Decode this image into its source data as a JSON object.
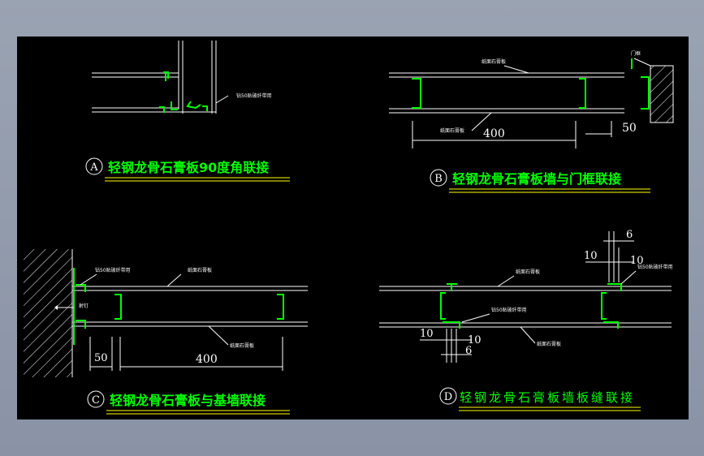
{
  "colors": {
    "background": "#000000",
    "frame": "#8e97a9",
    "stud": "#00ff00",
    "caption": "#00ff00",
    "lines": "#ffffff",
    "underline": "#ffff00"
  },
  "details": {
    "A": {
      "letter": "A",
      "caption": "轻钢龙骨石膏板90度角联接",
      "note": "钻50贴玻纤带用"
    },
    "B": {
      "letter": "B",
      "caption": "轻钢龙骨石膏板墙与门框联接",
      "note_top": "纸面石膏板",
      "note_bottom": "纸面石膏板",
      "note_frame": "门框",
      "dim_400": "400",
      "dim_50": "50"
    },
    "C": {
      "letter": "C",
      "caption": "轻钢龙骨石膏板与基墙联接",
      "note_tape": "钻50贴玻纤带用",
      "note_nail": "射钉",
      "note_top": "纸面石膏板",
      "note_bottom": "纸面石膏板",
      "dim_50": "50",
      "dim_400": "400"
    },
    "D": {
      "letter": "D",
      "caption": "轻钢龙骨石膏板墙板缝联接",
      "note_top": "纸面石膏板",
      "note_tape_top": "钻50贴玻纤带用",
      "note_tape_mid": "钻50贴玻纤带用",
      "note_bottom": "纸面石膏板",
      "dim_6_top": "6",
      "dim_10_left_top": "10",
      "dim_10_right_top": "10",
      "dim_10_left_bottom": "10",
      "dim_10_right_bottom": "10",
      "dim_6_bottom": "6"
    }
  }
}
